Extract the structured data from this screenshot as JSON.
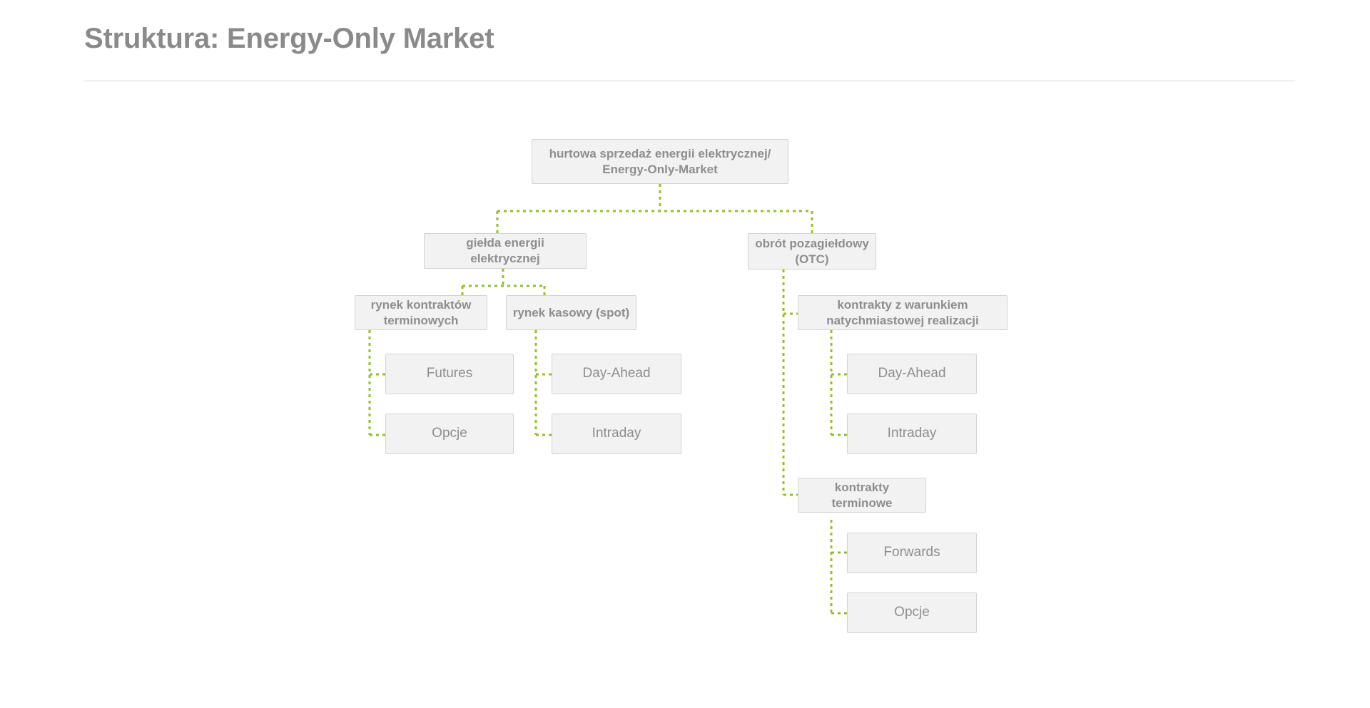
{
  "slide": {
    "title": "Struktura: Energy-Only Market",
    "title_color": "#8a8a8a",
    "rule_color": "#d9d9d9",
    "background": "#ffffff"
  },
  "theme": {
    "node_fill": "#f2f2f2",
    "node_border": "#d3d3d3",
    "node_text": "#8e8e8e",
    "connector": "#95c11f"
  },
  "chart_data": {
    "type": "diagram",
    "diagram_type": "tree",
    "title": "Struktura: Energy-Only Market",
    "orientation": "top-down-then-left-branching",
    "connector_style": "dotted",
    "connector_color": "#95c11f",
    "nodes": [
      {
        "id": "root",
        "label": "hurtowa sprzedaż energii elektrycznej/\nEnergy-Only-Market",
        "level": 0,
        "style": "branch"
      },
      {
        "id": "exchange",
        "label": "giełda energii elektrycznej",
        "level": 1,
        "style": "branch",
        "parent": "root"
      },
      {
        "id": "otc",
        "label": "obrót pozagiełdowy\n(OTC)",
        "level": 1,
        "style": "branch",
        "parent": "root"
      },
      {
        "id": "futures-mkt",
        "label": "rynek kontraktów\nterminowych",
        "level": 2,
        "style": "branch",
        "parent": "exchange"
      },
      {
        "id": "spot-mkt",
        "label": "rynek kasowy (spot)",
        "level": 2,
        "style": "branch",
        "parent": "exchange"
      },
      {
        "id": "otc-spot",
        "label": "kontrakty z warunkiem\nnatychmiastowej realizacji",
        "level": 2,
        "style": "branch",
        "parent": "otc"
      },
      {
        "id": "otc-term",
        "label": "kontrakty terminowe",
        "level": 2,
        "style": "branch",
        "parent": "otc"
      },
      {
        "id": "futures",
        "label": "Futures",
        "level": 3,
        "style": "leaf",
        "parent": "futures-mkt"
      },
      {
        "id": "opcje-ex",
        "label": "Opcje",
        "level": 3,
        "style": "leaf",
        "parent": "futures-mkt"
      },
      {
        "id": "da-ex",
        "label": "Day-Ahead",
        "level": 3,
        "style": "leaf",
        "parent": "spot-mkt"
      },
      {
        "id": "id-ex",
        "label": "Intraday",
        "level": 3,
        "style": "leaf",
        "parent": "spot-mkt"
      },
      {
        "id": "da-otc",
        "label": "Day-Ahead",
        "level": 3,
        "style": "leaf",
        "parent": "otc-spot"
      },
      {
        "id": "id-otc",
        "label": "Intraday",
        "level": 3,
        "style": "leaf",
        "parent": "otc-spot"
      },
      {
        "id": "forwards",
        "label": "Forwards",
        "level": 3,
        "style": "leaf",
        "parent": "otc-term"
      },
      {
        "id": "opcje-otc",
        "label": "Opcje",
        "level": 3,
        "style": "leaf",
        "parent": "otc-term"
      }
    ],
    "edges": [
      {
        "from": "root",
        "to": "exchange"
      },
      {
        "from": "root",
        "to": "otc"
      },
      {
        "from": "exchange",
        "to": "futures-mkt"
      },
      {
        "from": "exchange",
        "to": "spot-mkt"
      },
      {
        "from": "otc",
        "to": "otc-spot"
      },
      {
        "from": "otc",
        "to": "otc-term"
      },
      {
        "from": "futures-mkt",
        "to": "futures"
      },
      {
        "from": "futures-mkt",
        "to": "opcje-ex"
      },
      {
        "from": "spot-mkt",
        "to": "da-ex"
      },
      {
        "from": "spot-mkt",
        "to": "id-ex"
      },
      {
        "from": "otc-spot",
        "to": "da-otc"
      },
      {
        "from": "otc-spot",
        "to": "id-otc"
      },
      {
        "from": "otc-term",
        "to": "forwards"
      },
      {
        "from": "otc-term",
        "to": "opcje-otc"
      }
    ]
  },
  "nodes": {
    "root": {
      "line1": "hurtowa sprzedaż energii elektrycznej/",
      "line2": "Energy-Only-Market"
    },
    "exchange": {
      "line1": "giełda energii elektrycznej"
    },
    "otc": {
      "line1": "obrót pozagiełdowy",
      "line2": "(OTC)"
    },
    "futures_mkt": {
      "line1": "rynek kontraktów",
      "line2": "terminowych"
    },
    "spot_mkt": {
      "line1": "rynek kasowy (spot)"
    },
    "otc_spot": {
      "line1": "kontrakty z warunkiem",
      "line2": "natychmiastowej realizacji"
    },
    "otc_term": {
      "line1": "kontrakty terminowe"
    },
    "futures": {
      "line1": "Futures"
    },
    "opcje_ex": {
      "line1": "Opcje"
    },
    "da_ex": {
      "line1": "Day-Ahead"
    },
    "id_ex": {
      "line1": "Intraday"
    },
    "da_otc": {
      "line1": "Day-Ahead"
    },
    "id_otc": {
      "line1": "Intraday"
    },
    "forwards": {
      "line1": "Forwards"
    },
    "opcje_otc": {
      "line1": "Opcje"
    }
  }
}
